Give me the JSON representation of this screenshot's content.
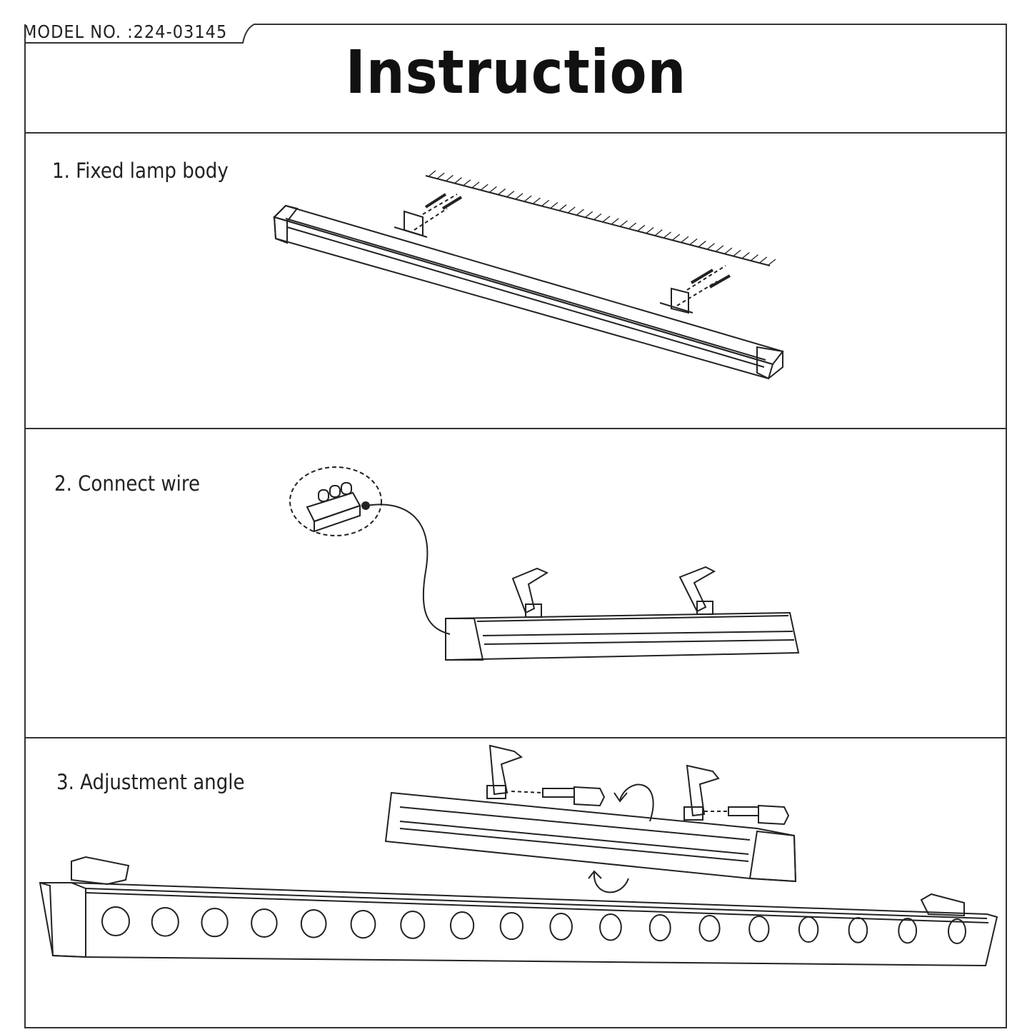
{
  "header": {
    "model_number": "MODEL NO. :224-03145",
    "title": "Instruction"
  },
  "steps": [
    {
      "label": "1. Fixed lamp body"
    },
    {
      "label": "2. Connect wire"
    },
    {
      "label": "3. Adjustment angle"
    }
  ]
}
